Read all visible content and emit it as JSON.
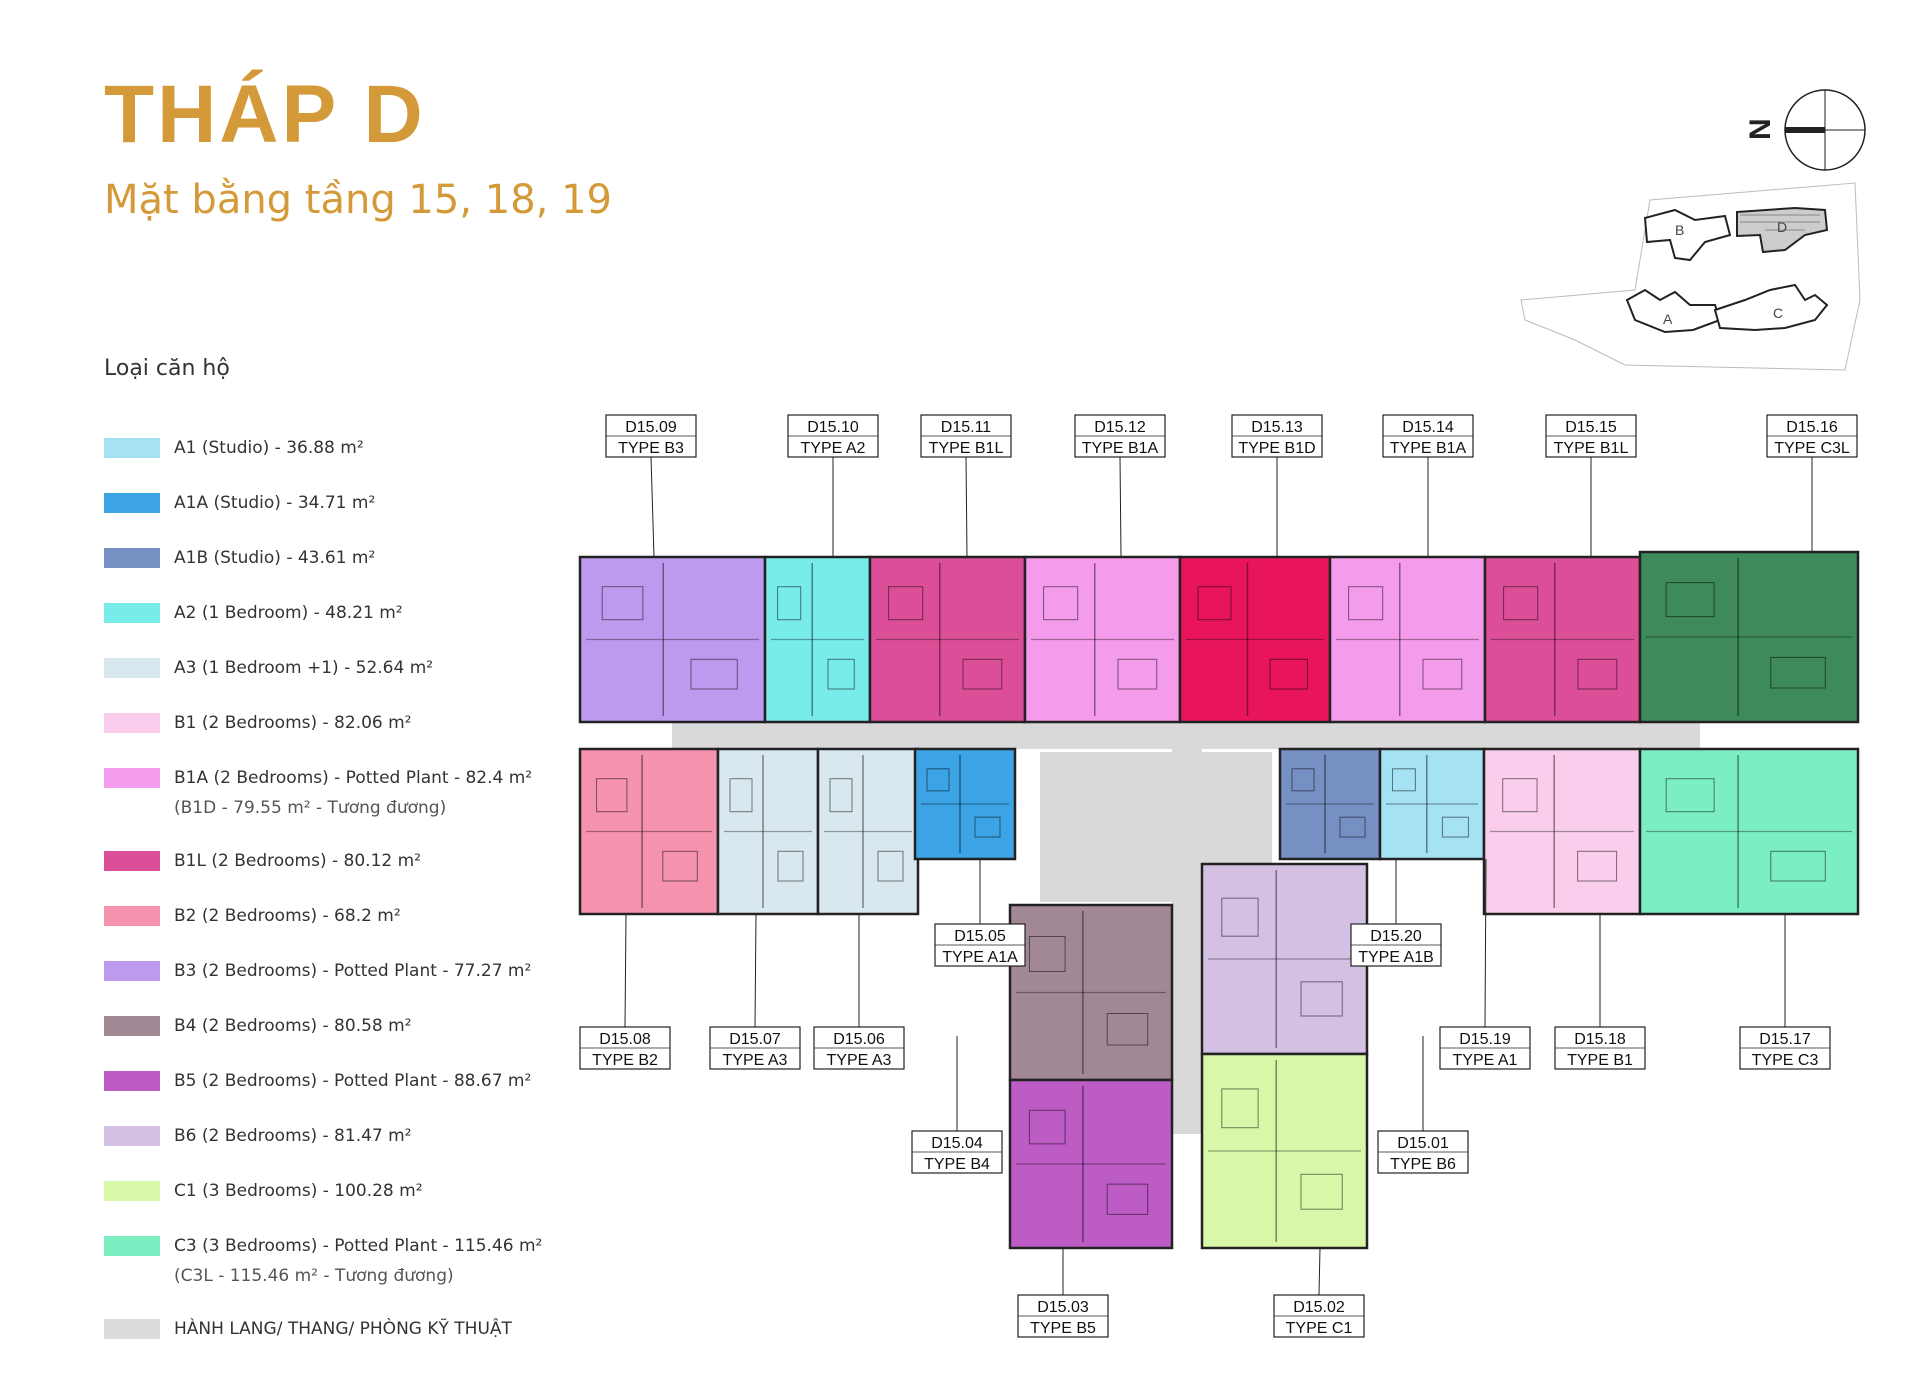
{
  "header": {
    "title": "THÁP D",
    "subtitle": "Mặt bằng tầng 15, 18, 19",
    "accent_color": "#D49A3A"
  },
  "compass": {
    "label": "N"
  },
  "site_plan": {
    "block_labels": [
      "B",
      "D",
      "A",
      "C"
    ],
    "highlighted": "D"
  },
  "legend": {
    "heading": "Loại căn hộ",
    "items": [
      {
        "color": "#A5E2F4",
        "label": "A1 (Studio) - 36.88 m²"
      },
      {
        "color": "#3CA3E5",
        "label": "A1A (Studio) - 34.71 m²"
      },
      {
        "color": "#7790C4",
        "label": "A1B (Studio) - 43.61 m²"
      },
      {
        "color": "#78EBEB",
        "label": "A2 (1 Bedroom) - 48.21 m²"
      },
      {
        "color": "#D8E8EE",
        "label": "A3 (1 Bedroom +1) - 52.64 m²"
      },
      {
        "color": "#F9CDEB",
        "label": "B1 (2 Bedrooms) - 82.06 m²"
      },
      {
        "color": "#F59BEB",
        "label": "B1A (2 Bedrooms) - Potted Plant - 82.4 m²",
        "note": "(B1D - 79.55 m² - Tương đương)"
      },
      {
        "color": "#DC4F98",
        "label": "B1L (2 Bedrooms) - 80.12 m²"
      },
      {
        "color": "#F593AE",
        "label": "B2 (2 Bedrooms) - 68.2 m²"
      },
      {
        "color": "#BE9AEE",
        "label": "B3 (2 Bedrooms) - Potted Plant - 77.27 m²"
      },
      {
        "color": "#A28895",
        "label": "B4 (2 Bedrooms) - 80.58 m²"
      },
      {
        "color": "#BE5CC5",
        "label": "B5 (2 Bedrooms)  - Potted Plant - 88.67 m²"
      },
      {
        "color": "#D4C0E3",
        "label": "B6 (2 Bedrooms) - 81.47 m²"
      },
      {
        "color": "#D9F7A8",
        "label": "C1 (3 Bedrooms) - 100.28 m²"
      },
      {
        "color": "#7BEFC1",
        "label": "C3  (3 Bedrooms) - Potted Plant - 115.46 m²",
        "note": "(C3L - 115.46 m² - Tương đương)"
      },
      {
        "color": "#DCDCDC",
        "label": "HÀNH LANG/ THANG/ PHÒNG KỸ THUẬT"
      }
    ]
  },
  "floor_plan": {
    "corridor_color": "#D9D9D9",
    "special_colors": {
      "B1D": "#E8155E",
      "C3L": "#3E8A5A"
    },
    "units": [
      {
        "code": "D15.09",
        "type": "TYPE B3"
      },
      {
        "code": "D15.10",
        "type": "TYPE A2"
      },
      {
        "code": "D15.11",
        "type": "TYPE B1L"
      },
      {
        "code": "D15.12",
        "type": "TYPE B1A"
      },
      {
        "code": "D15.13",
        "type": "TYPE B1D"
      },
      {
        "code": "D15.14",
        "type": "TYPE B1A"
      },
      {
        "code": "D15.15",
        "type": "TYPE B1L"
      },
      {
        "code": "D15.16",
        "type": "TYPE C3L"
      },
      {
        "code": "D15.08",
        "type": "TYPE B2"
      },
      {
        "code": "D15.07",
        "type": "TYPE A3"
      },
      {
        "code": "D15.06",
        "type": "TYPE A3"
      },
      {
        "code": "D15.05",
        "type": "TYPE A1A"
      },
      {
        "code": "D15.20",
        "type": "TYPE A1B"
      },
      {
        "code": "D15.19",
        "type": "TYPE A1"
      },
      {
        "code": "D15.18",
        "type": "TYPE B1"
      },
      {
        "code": "D15.17",
        "type": "TYPE C3"
      },
      {
        "code": "D15.04",
        "type": "TYPE B4"
      },
      {
        "code": "D15.01",
        "type": "TYPE B6"
      },
      {
        "code": "D15.03",
        "type": "TYPE B5"
      },
      {
        "code": "D15.02",
        "type": "TYPE C1"
      }
    ]
  }
}
